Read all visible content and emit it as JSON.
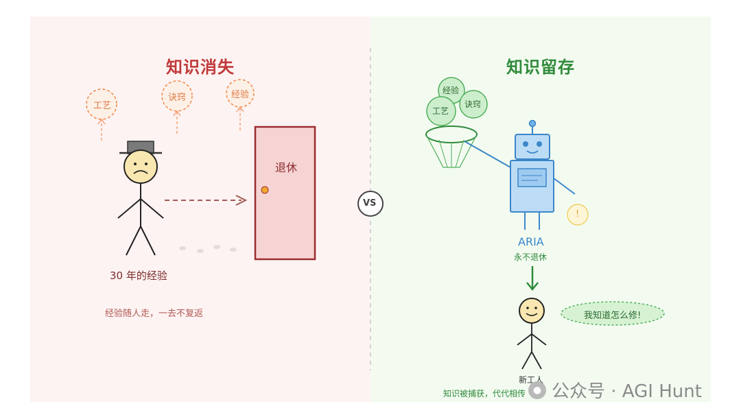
{
  "left": {
    "title": "知识消失",
    "bubbles": [
      "工艺",
      "诀窍",
      "经验"
    ],
    "door_label": "退休",
    "worker_label": "30 年的经验",
    "footer": "经验随人走，一去不复返"
  },
  "center": {
    "vs": "VS"
  },
  "right": {
    "title": "知识留存",
    "balloons": [
      "经验",
      "工艺",
      "诀窍"
    ],
    "robot_name": "ARIA",
    "robot_sub": "永不退休",
    "alert": "!",
    "speech": "我知道怎么修!",
    "new_worker": "新工人",
    "footer": "知识被捕获，代代相传"
  },
  "watermark": {
    "text": "公众号 · AGI Hunt"
  },
  "colors": {
    "left_accent": "#c0393b",
    "right_accent": "#2f8a3a",
    "bubble_orange": "#f08a4b",
    "robot_blue": "#3a86c8"
  }
}
